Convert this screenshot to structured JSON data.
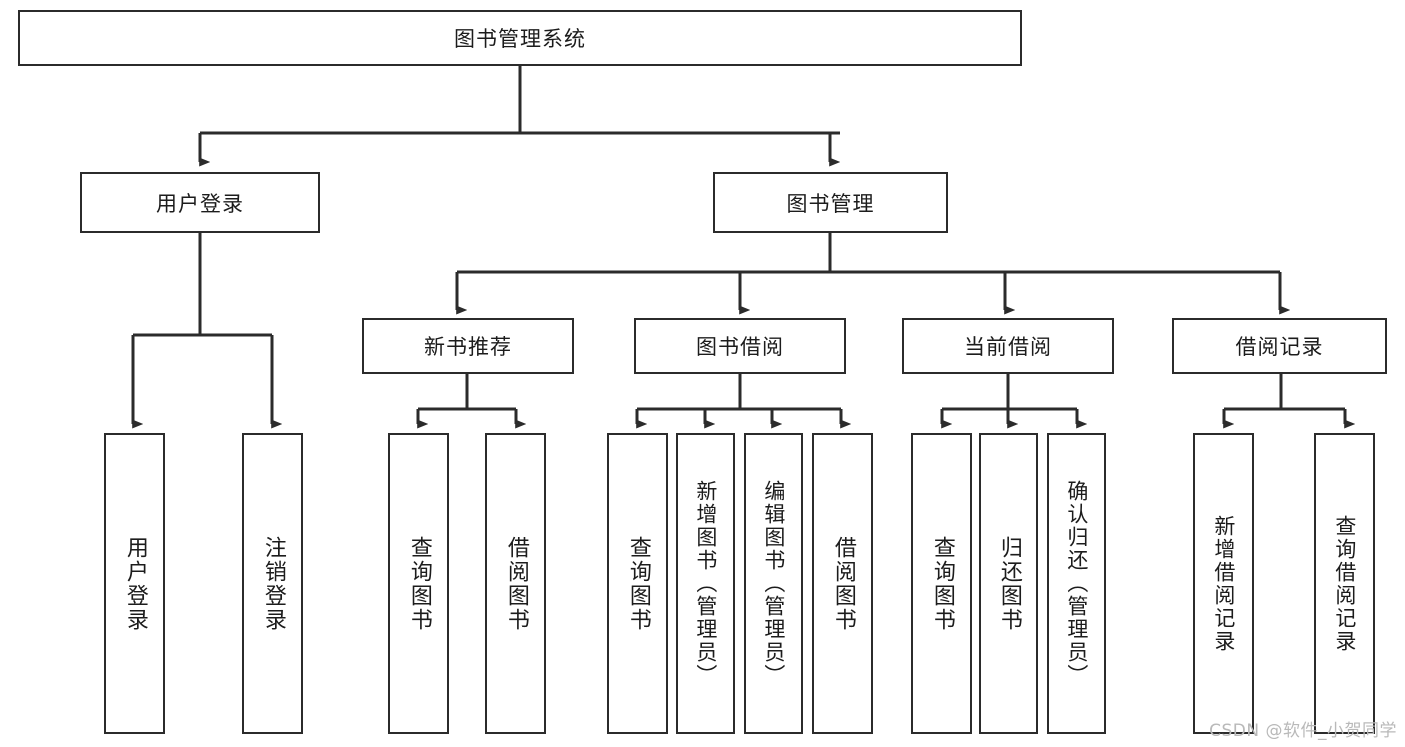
{
  "diagram": {
    "title": "图书管理系统",
    "type": "hierarchy-tree",
    "watermark": "CSDN @软件_小贺同学",
    "colors": {
      "stroke": "#2b2b2b",
      "fill": "#ffffff",
      "text": "#1c1c1c",
      "watermark": "#b9b9b9"
    },
    "root": {
      "label": "图书管理系统"
    },
    "level2": [
      {
        "label": "用户登录"
      },
      {
        "label": "图书管理"
      }
    ],
    "level3": [
      {
        "label": "新书推荐"
      },
      {
        "label": "图书借阅"
      },
      {
        "label": "当前借阅"
      },
      {
        "label": "借阅记录"
      }
    ],
    "leaves": {
      "user_login": [
        {
          "label": "用户登录"
        },
        {
          "label": "注销登录"
        }
      ],
      "new_book": [
        {
          "label": "查询图书"
        },
        {
          "label": "借阅图书"
        }
      ],
      "book_borrow": [
        {
          "label": "查询图书"
        },
        {
          "label": "新增图书（管理员）"
        },
        {
          "label": "编辑图书（管理员）"
        },
        {
          "label": "借阅图书"
        }
      ],
      "current_borrow": [
        {
          "label": "查询图书"
        },
        {
          "label": "归还图书"
        },
        {
          "label": "确认归还（管理员）"
        }
      ],
      "borrow_record": [
        {
          "label": "新增借阅记录"
        },
        {
          "label": "查询借阅记录"
        }
      ]
    }
  }
}
